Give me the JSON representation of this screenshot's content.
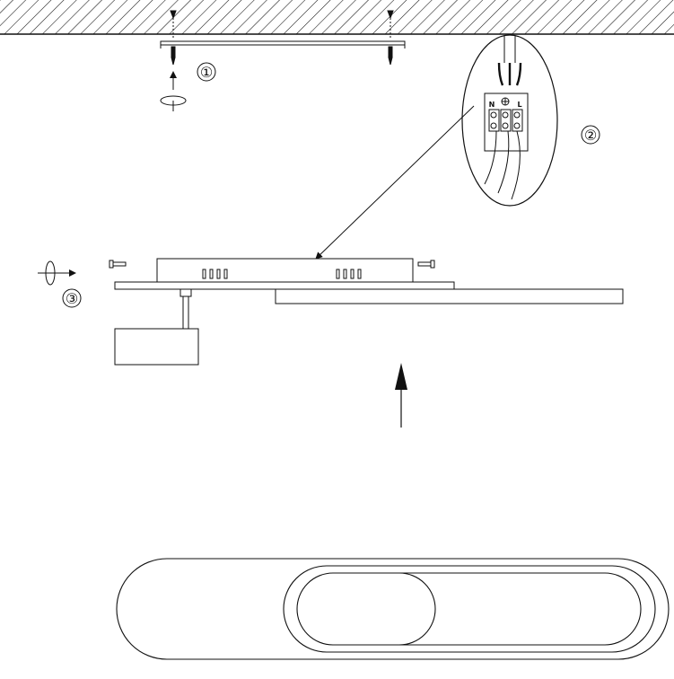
{
  "diagram": {
    "steps": [
      {
        "number": "①"
      },
      {
        "number": "②"
      },
      {
        "number": "③"
      }
    ],
    "terminal_labels": {
      "neutral": "N",
      "live": "L"
    },
    "colors": {
      "line": "#111111",
      "fill": "#ffffff"
    }
  }
}
